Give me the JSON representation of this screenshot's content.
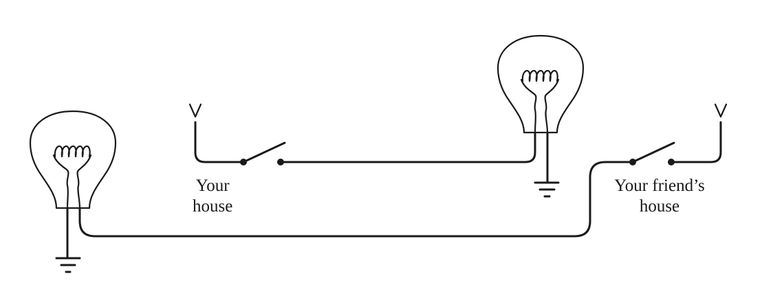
{
  "labels": {
    "your_house": [
      "Your",
      "house"
    ],
    "friends_house": [
      "Your friend’s",
      "house"
    ]
  },
  "symbols": {
    "voltage_left": "V",
    "voltage_right": "V"
  },
  "colors": {
    "ink": "#1a1a1a",
    "background": "#ffffff"
  },
  "icons": [
    "lightbulb-icon",
    "lightbulb-icon",
    "ground-icon",
    "ground-icon",
    "switch-icon",
    "switch-icon",
    "voltage-source-icon",
    "voltage-source-icon"
  ]
}
